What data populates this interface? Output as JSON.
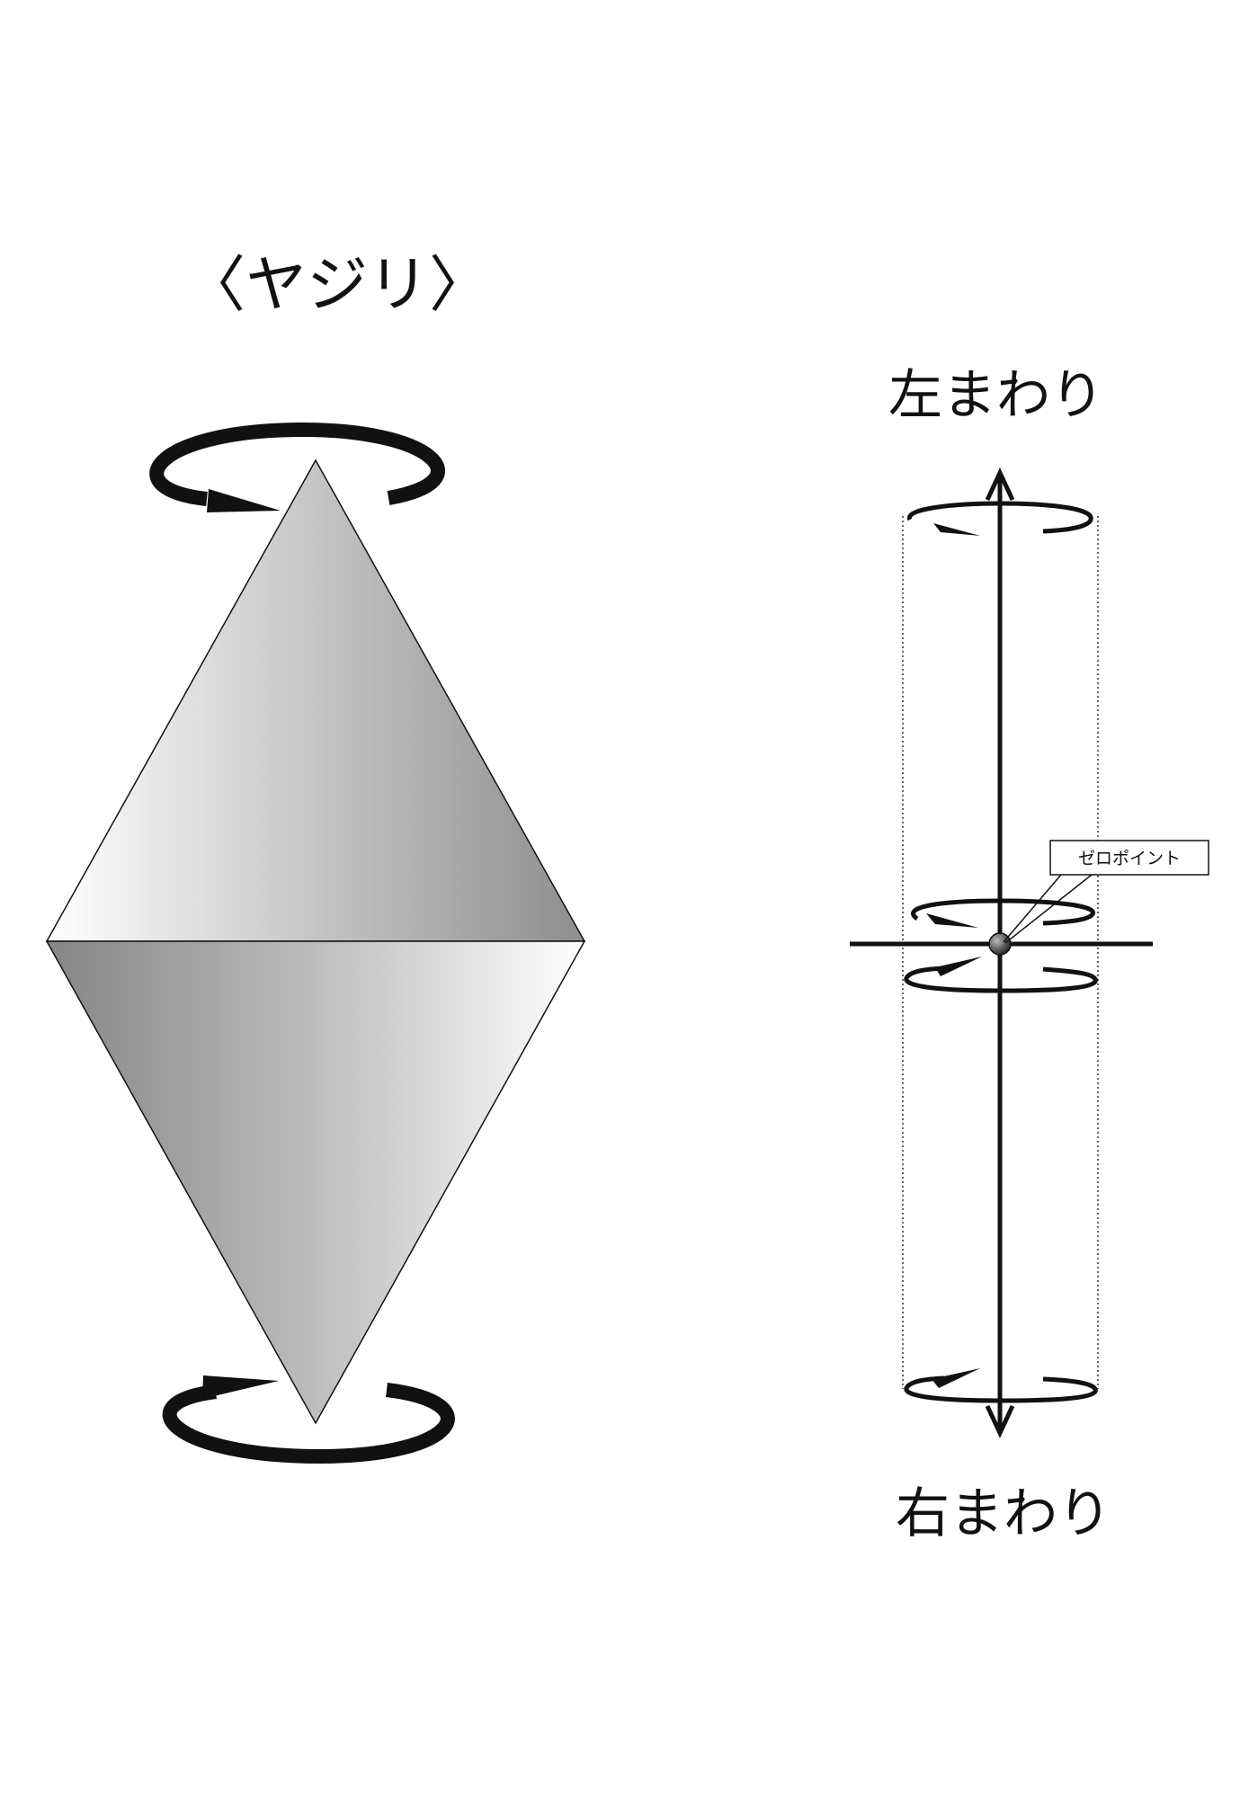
{
  "title": "〈ヤジリ〉",
  "labels": {
    "left_rotation": "左まわり",
    "right_rotation": "右まわり",
    "zero_point": "ゼロポイント"
  },
  "colors": {
    "line": "#111111",
    "background": "#ffffff",
    "shade_light": "#ffffff",
    "shade_dark": "#909090"
  }
}
